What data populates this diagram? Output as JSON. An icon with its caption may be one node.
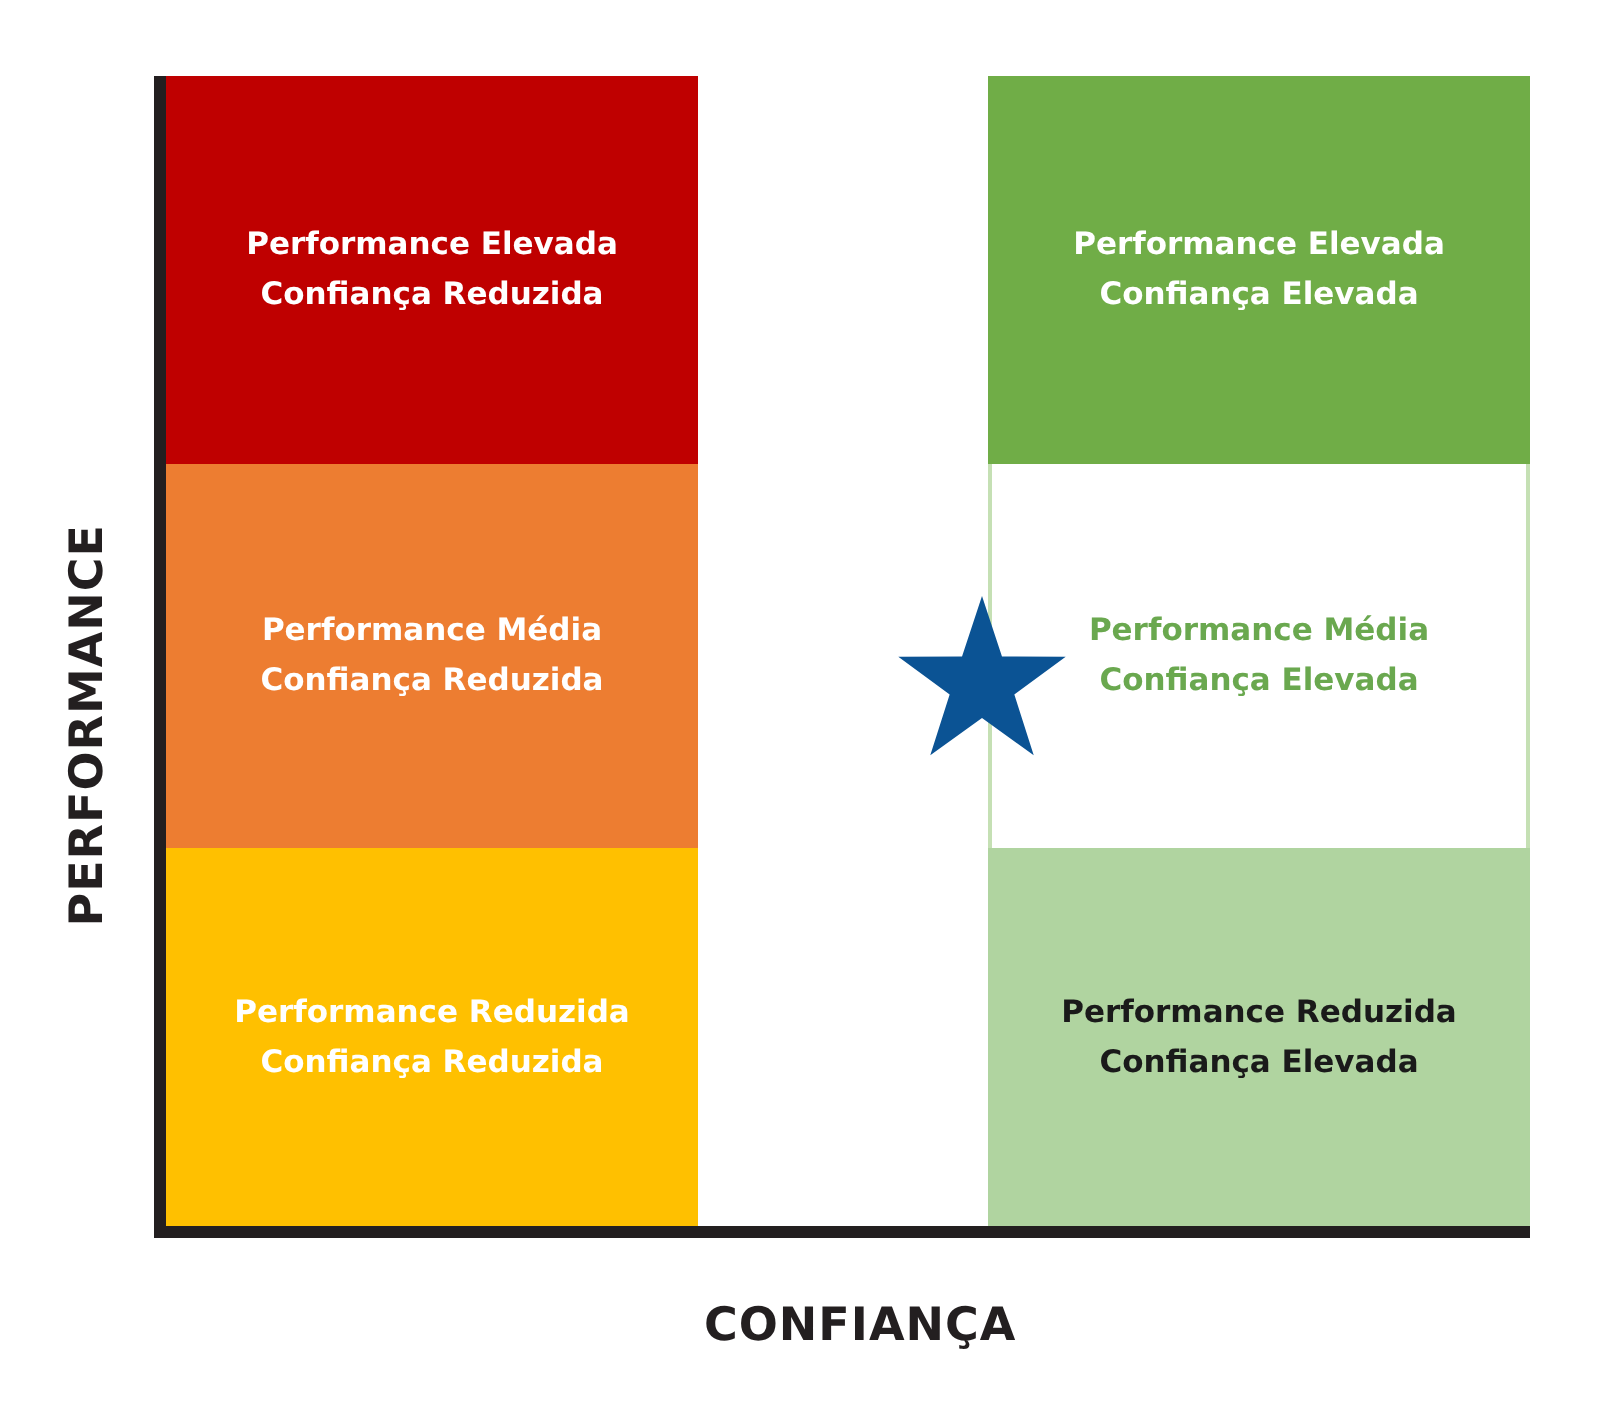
{
  "diagram": {
    "nodes": [
      {
        "text": [
          "Performance Elevada Confiança Reduzida"
        ]
      },
      {
        "text": [
          "Performance Elevada Confiança Elevada"
        ]
      },
      {
        "text": [
          "Performance Média Confiança Reduzida"
        ]
      },
      {
        "text": [
          "Performance Média Confiança Elevada"
        ]
      },
      {
        "text": [
          "Performance Reduzida Confiança Reduzida"
        ]
      },
      {
        "text": [
          "Performance Reduzida Confiança Elevada"
        ]
      }
    ],
    "labels": [
      "PERFORMANCE",
      "CONFIANÇA"
    ]
  }
}
